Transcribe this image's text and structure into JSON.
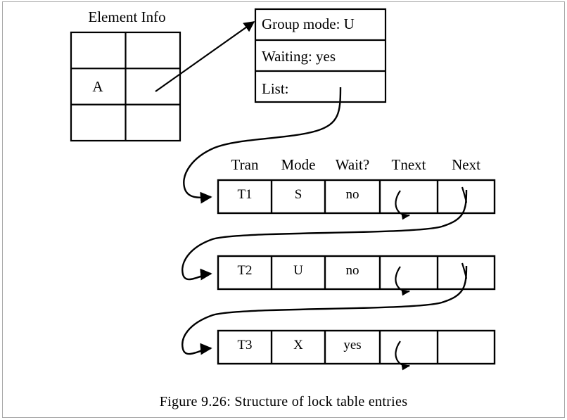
{
  "figure": {
    "caption": "Figure 9.26:  Structure of lock table entries",
    "element_info": {
      "title": "Element Info",
      "grid_rows": 3,
      "grid_cols": 2,
      "cells": [
        [
          "",
          ""
        ],
        [
          "A",
          ""
        ],
        [
          "",
          ""
        ]
      ],
      "highlighted_value": "A"
    },
    "lock_entry_box": {
      "rows": [
        "Group mode: U",
        "Waiting: yes",
        "List:"
      ]
    },
    "lock_table": {
      "headers": [
        "Tran",
        "Mode",
        "Wait?",
        "Tnext",
        "Next"
      ],
      "rows": [
        {
          "tran": "T1",
          "mode": "S",
          "wait": "no",
          "tnext": "",
          "next": "",
          "tnext_pointer": "hook",
          "next_pointer": "link"
        },
        {
          "tran": "T2",
          "mode": "U",
          "wait": "no",
          "tnext": "",
          "next": "",
          "tnext_pointer": "hook",
          "next_pointer": "link"
        },
        {
          "tran": "T3",
          "mode": "X",
          "wait": "yes",
          "tnext": "",
          "next": "",
          "tnext_pointer": "hook",
          "next_pointer": "none"
        }
      ]
    },
    "arrows": [
      {
        "name": "element-info-to-lock-entry",
        "from": "element-info-cell-A-right",
        "to": "lock-entry-group-mode-row",
        "style": "straight"
      },
      {
        "name": "list-to-row-T1",
        "from": "lock-entry-list-row",
        "to": "row-T1-left",
        "style": "s-curve"
      },
      {
        "name": "row-T1-next-to-row-T2",
        "from": "row-T1-next-cell",
        "to": "row-T2-left",
        "style": "s-curve"
      },
      {
        "name": "row-T2-next-to-row-T3",
        "from": "row-T2-next-cell",
        "to": "row-T3-left",
        "style": "s-curve"
      }
    ],
    "colors": {
      "ink": "#000000",
      "page_border": "#a8a8a8",
      "background": "#ffffff"
    }
  }
}
